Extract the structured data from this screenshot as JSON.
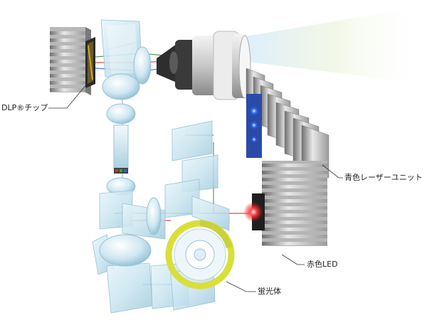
{
  "labels": {
    "dlp_chip": "DLP®チップ",
    "blue_laser_unit": "青色レーザーユニット",
    "red_led": "赤色LED",
    "phosphor": "蛍光体"
  }
}
